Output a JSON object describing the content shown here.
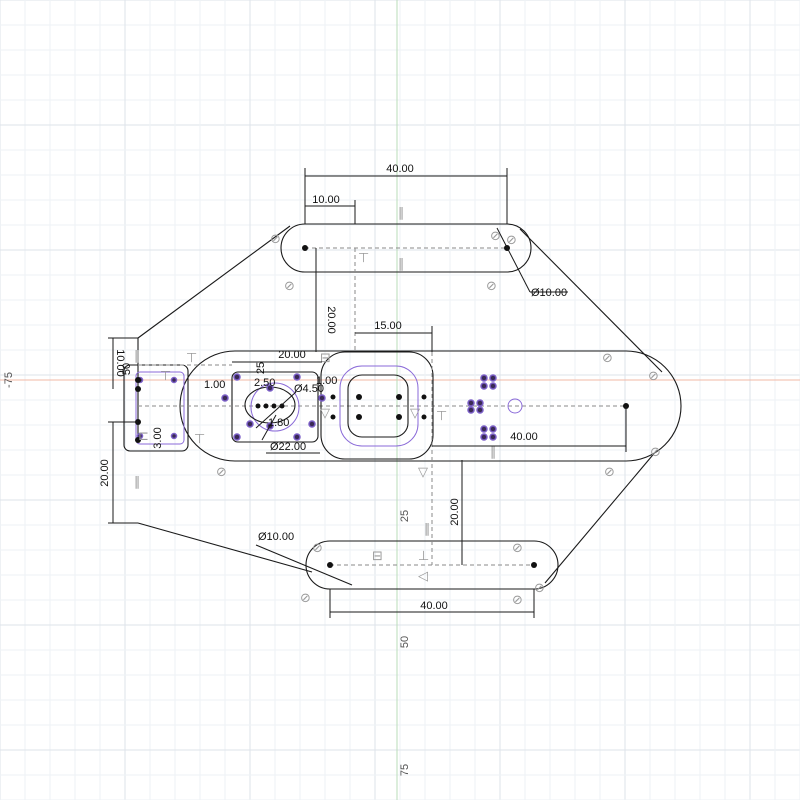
{
  "rulers": {
    "x_neg": "-75",
    "y_25": "25",
    "y_50": "50",
    "y_75": "75"
  },
  "dimensions": {
    "top_slot_length": "40.00",
    "top_slot_offset": "10.00",
    "top_slot_diameter": "Ø10.00",
    "vertical_gap_top": "20.00",
    "center_width": "15.00",
    "left_offset": "20.00",
    "left_height": "10.00",
    "left_small": "50",
    "left_bottom_height": "20.00",
    "left_small_3": "3.00",
    "hole_25": "25",
    "dim_1_00_a": "1.00",
    "dim_2_50": "2.50",
    "dim_1_00_b": "1.00",
    "hole_diameter": "Ø4.50",
    "dim_1_80": "1.80",
    "boss_diameter": "Ø22.00",
    "main_slot_length": "40.00",
    "vertical_gap_bottom": "20.00",
    "bottom_slot_diameter": "Ø10.00",
    "bottom_slot_length": "40.00"
  },
  "colors": {
    "profile": "#1a1a1a",
    "selection": "#8a6ad8",
    "x_axis": "#f2b8a6",
    "y_axis": "#b9dcb9"
  }
}
